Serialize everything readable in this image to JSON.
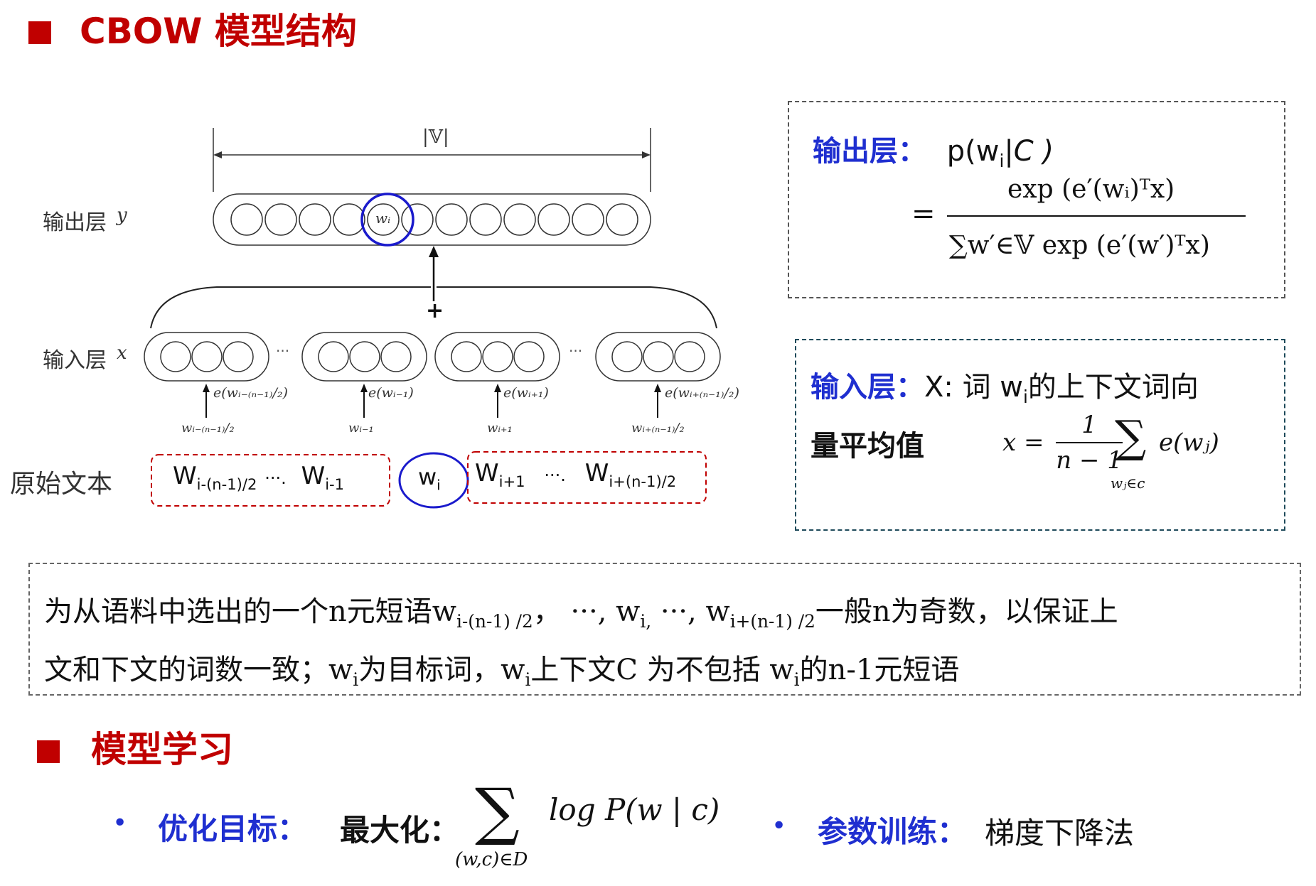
{
  "section1": {
    "title": "CBOW 模型结构"
  },
  "diagram": {
    "vocab_label": "|𝕍|",
    "output_layer_label": "输出层",
    "output_layer_var": "y",
    "input_layer_label": "输入层",
    "input_layer_var": "x",
    "plus": "+",
    "ellipsis": "···",
    "target_node": "wᵢ",
    "raw_text_label": "原始文本",
    "embeddings": [
      "e(wᵢ₋₍ₙ₋₁₎/₂)",
      "e(wᵢ₋₁)",
      "e(wᵢ₊₁)",
      "e(wᵢ₊₍ₙ₋₁₎/₂)"
    ],
    "input_words": [
      "wᵢ₋₍ₙ₋₁₎/₂",
      "wᵢ₋₁",
      "wᵢ₊₁",
      "wᵢ₊₍ₙ₋₁₎/₂"
    ],
    "raw_left": {
      "w1": "W",
      "s1": "i-(n-1)/2",
      "dots": "···.",
      "w2": "W",
      "s2": "i-1"
    },
    "raw_center": {
      "w": "w",
      "s": "i"
    },
    "raw_right": {
      "w1": "W",
      "s1": "i+1",
      "dots": "···.",
      "w2": "W",
      "s2": "i+(n-1)/2"
    }
  },
  "output_box": {
    "label": "输出层：",
    "p_head": "p(w",
    "p_sub": "i",
    "p_tail": "|C )",
    "eq": "=",
    "numerator": "exp (e′(wᵢ)ᵀx)",
    "denominator": "∑w′∈𝕍 exp (e′(w′)ᵀx)"
  },
  "input_box": {
    "label": "输入层：",
    "text_a": "X: 词 w",
    "text_sub": "i",
    "text_b": "的上下文词向",
    "line2": "量平均值",
    "formula_lhs": "x =",
    "frac_num": "1",
    "frac_den": "n − 1",
    "sum": "∑",
    "sum_sub": "wⱼ∈c",
    "term": "e(wⱼ)"
  },
  "note": {
    "line1_a": "为从语料中选出的一个n元短语w",
    "line1_s1": "i-(n-1) /2",
    "line1_b": "，  ···, w",
    "line1_s2": "i,",
    "line1_c": " ···, w",
    "line1_s3": "i+(n-1) /2",
    "line1_d": "一般n为奇数，以保证上",
    "line2_a": "文和下文的词数一致；w",
    "line2_s1": "i",
    "line2_b": "为目标词，w",
    "line2_s2": "i",
    "line2_c": "上下文C 为不包括 w",
    "line2_s3": "i",
    "line2_d": "的n-1元短语"
  },
  "section2": {
    "title": "模型学习"
  },
  "bullets": {
    "dot": "•",
    "opt_label": "优化目标：",
    "opt_text": "最大化：",
    "sum": "∑",
    "sum_sub": "(w,c)∈D",
    "opt_formula": "log P(w | c)",
    "param_label": "参数训练：",
    "param_text": "梯度下降法"
  },
  "colors": {
    "accent_red": "#c00000",
    "accent_blue": "#1f2fd0",
    "circle_blue": "#1a1acc",
    "dash_red": "#c00000"
  }
}
